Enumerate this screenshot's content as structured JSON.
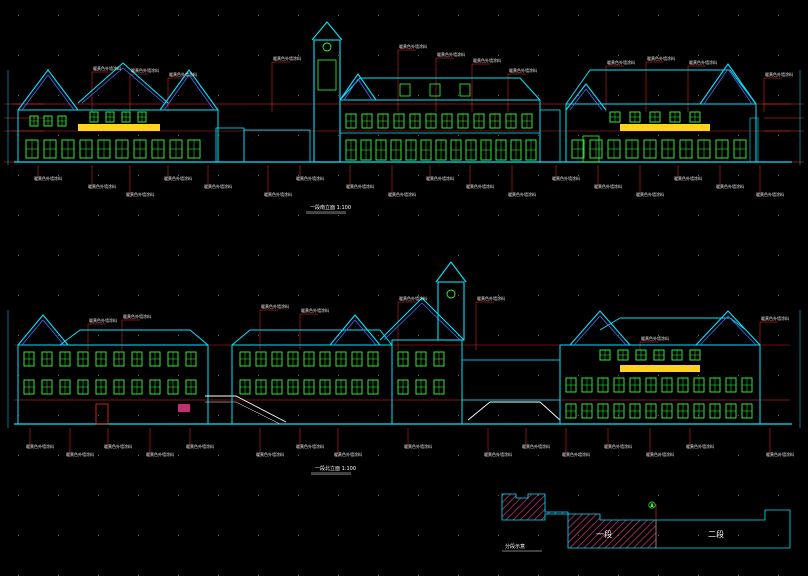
{
  "drawing": {
    "colors": {
      "background": "#000000",
      "outline": "#00e5ff",
      "windows": "#33ff33",
      "leaders": "#ff2a2a",
      "roof": "#3b6fff",
      "annotations": "#ffffff",
      "grid": "#5a5a5a",
      "highlight": "#ffd21e",
      "hatch": "#c03070"
    },
    "upper_elevation": {
      "title": "一段南立面 1:100"
    },
    "lower_elevation": {
      "title": "一段北立面 1:100"
    },
    "key_plan": {
      "caption": "分段示意",
      "segment_1": "一段",
      "segment_2": "二段"
    },
    "annotation_text": "暖黄色外墙涂料",
    "icons": [
      "north-arrow-icon"
    ]
  }
}
